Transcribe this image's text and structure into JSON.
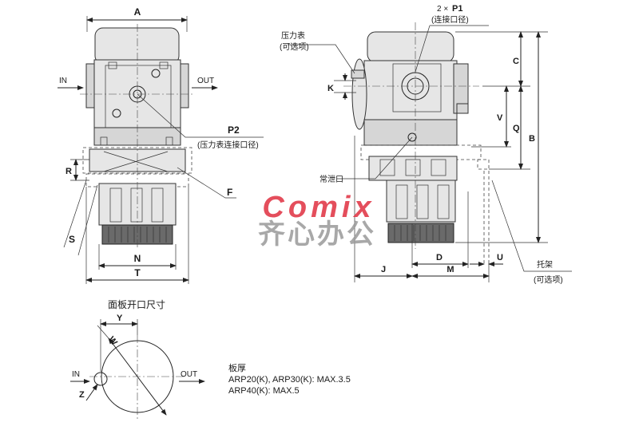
{
  "front_view": {
    "dim_a": "A",
    "in": "IN",
    "out": "OUT",
    "p2": "P2",
    "p2_note": "(压力表连接口径)",
    "dim_r": "R",
    "dim_f": "F",
    "dim_s": "S",
    "dim_n": "N",
    "dim_t": "T"
  },
  "side_view": {
    "p1_prefix": "2 × ",
    "p1": "P1",
    "p1_note": "(连接口径)",
    "gauge": "压力表",
    "gauge_note": "(可选项)",
    "dim_k": "K",
    "dim_c": "C",
    "dim_v": "V",
    "dim_q": "Q",
    "dim_b": "B",
    "exhaust": "常泄口",
    "dim_d": "D",
    "dim_u": "U",
    "dim_j": "J",
    "dim_m": "M",
    "bracket": "托架",
    "bracket_note": "(可选项)"
  },
  "watermark": {
    "brand": "Comix",
    "cn": "齐心办公"
  },
  "cutout": {
    "title": "面板开口尺寸",
    "dim_y": "Y",
    "dim_w": "W",
    "dim_z": "Z",
    "in": "IN",
    "out": "OUT"
  },
  "thickness": {
    "title": "板厚",
    "line1": "ARP20(K), ARP30(K): MAX.3.5",
    "line2": "ARP40(K): MAX.5"
  },
  "colors": {
    "watermark_red": "#e03040",
    "watermark_gray": "#9a9a9a"
  }
}
